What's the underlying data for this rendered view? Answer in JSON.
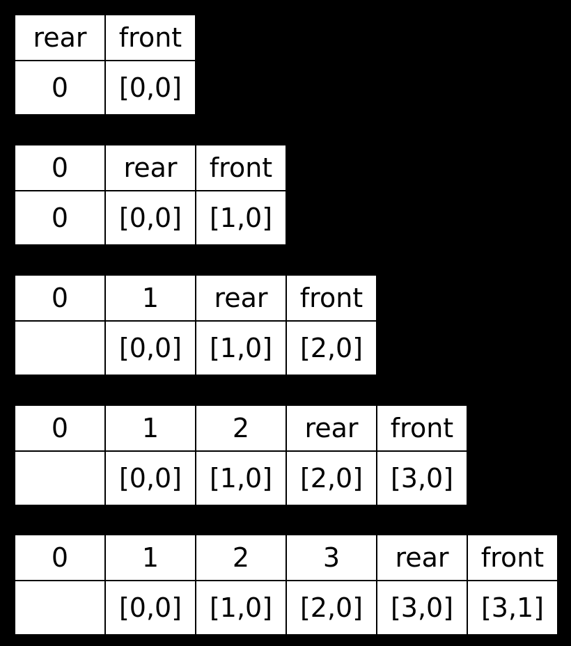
{
  "tables": [
    {
      "header": [
        "rear",
        "front"
      ],
      "values": [
        "0",
        "[0,0]"
      ]
    },
    {
      "header": [
        "0",
        "rear",
        "front"
      ],
      "values": [
        "0",
        "[0,0]",
        "[1,0]"
      ]
    },
    {
      "header": [
        "0",
        "1",
        "rear",
        "front"
      ],
      "values": [
        "",
        "[0,0]",
        "[1,0]",
        "[2,0]"
      ]
    },
    {
      "header": [
        "0",
        "1",
        "2",
        "rear",
        "front"
      ],
      "values": [
        "",
        "[0,0]",
        "[1,0]",
        "[2,0]",
        "[3,0]"
      ]
    },
    {
      "header": [
        "0",
        "1",
        "2",
        "3",
        "rear",
        "front"
      ],
      "values": [
        "",
        "[0,0]",
        "[1,0]",
        "[2,0]",
        "[3,0]",
        "[3,1]"
      ]
    }
  ]
}
